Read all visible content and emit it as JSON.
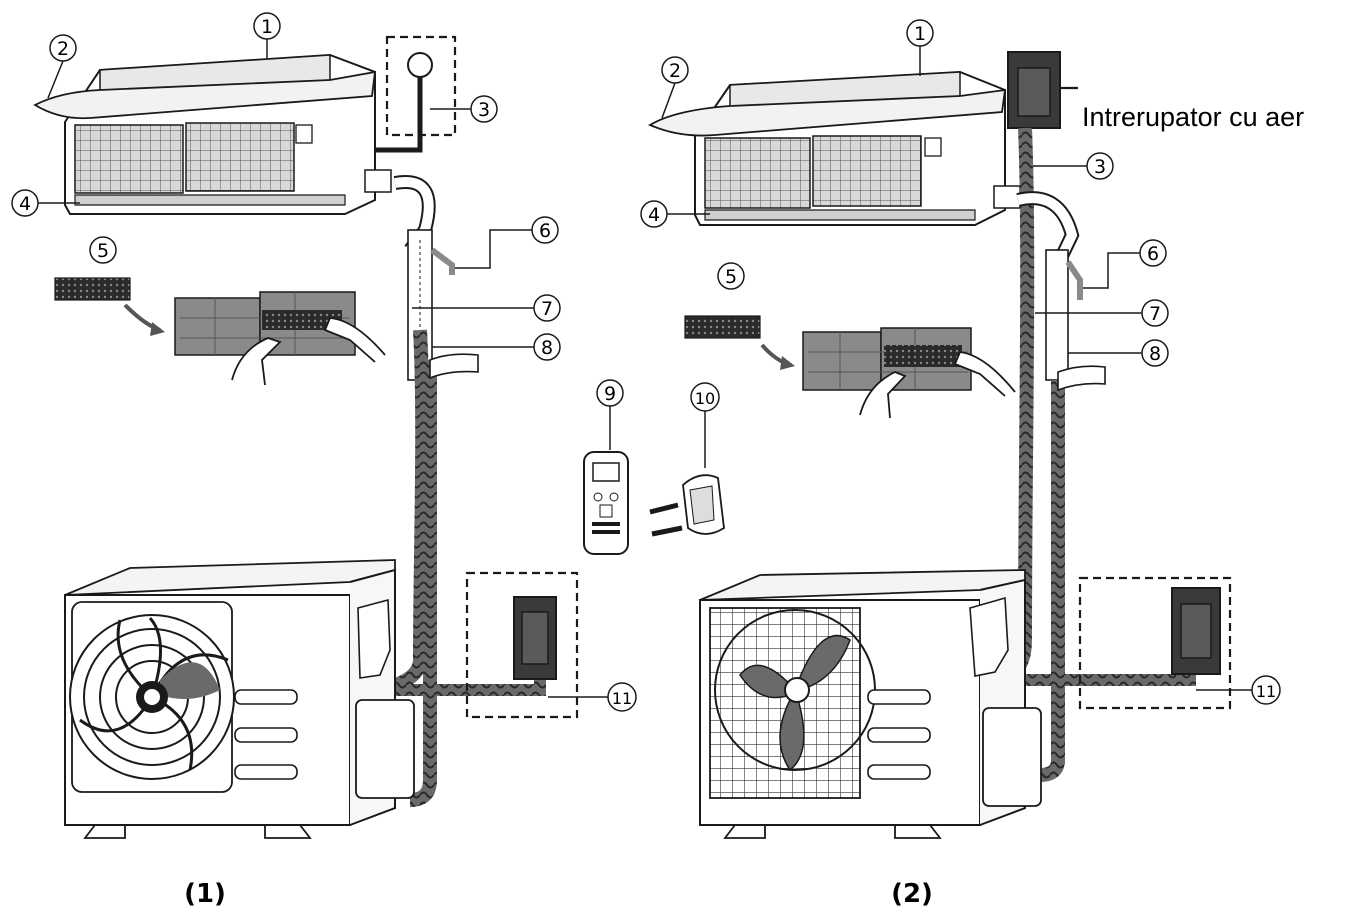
{
  "diagrams": [
    {
      "caption": "(1)",
      "callouts": {
        "c1": "1",
        "c2": "2",
        "c3": "3",
        "c4": "4",
        "c5": "5",
        "c6": "6",
        "c7": "7",
        "c8": "8",
        "c9": "9",
        "c10": "10",
        "c11": "11"
      }
    },
    {
      "caption": "(2)",
      "callouts": {
        "c1": "1",
        "c2": "2",
        "c3": "3",
        "c4": "4",
        "c5": "5",
        "c6": "6",
        "c7": "7",
        "c8": "8",
        "c11": "11"
      },
      "switch_label": "Intrerupator cu aer"
    }
  ],
  "colors": {
    "line": "#1a1a1a",
    "dark_part": "#333333",
    "mid_gray": "#8a8a8a",
    "light_gray": "#d6d6d6"
  }
}
